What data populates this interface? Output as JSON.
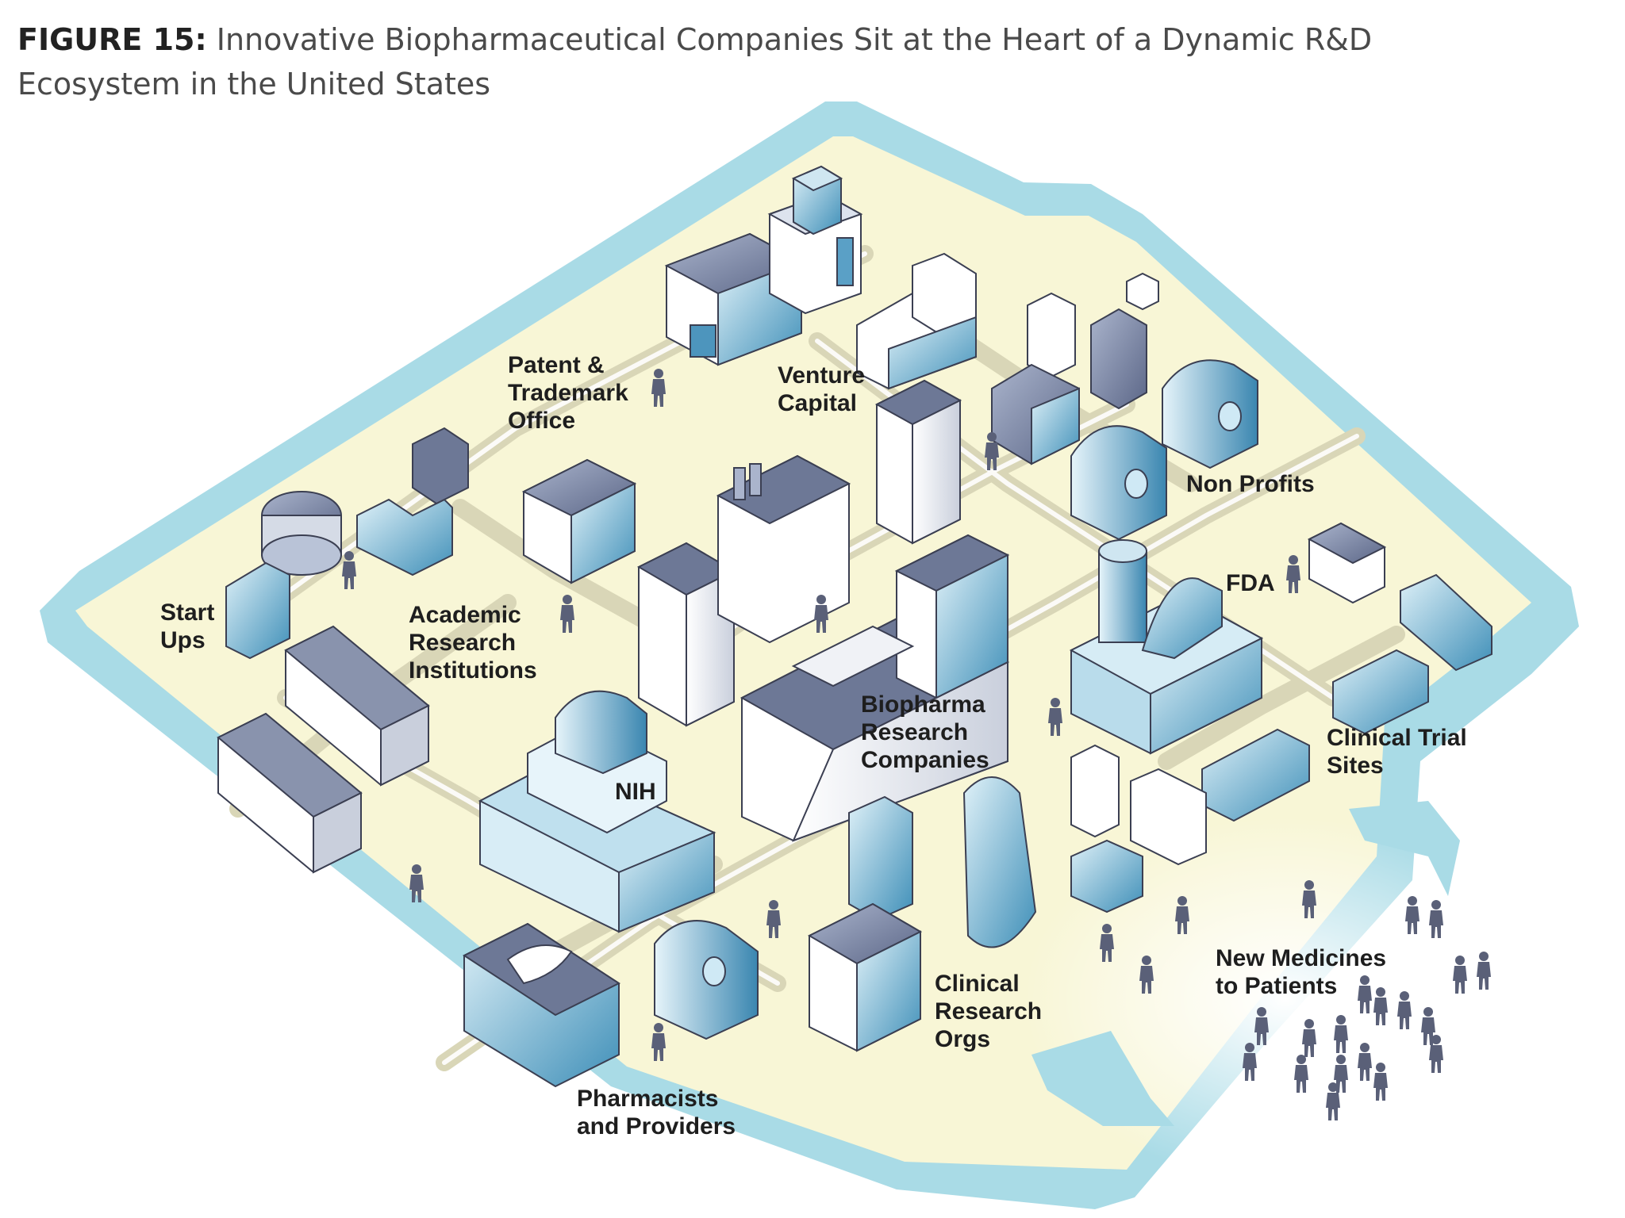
{
  "figure": {
    "number": "FIGURE 15:",
    "title": "Innovative Biopharmaceutical Companies Sit at the Heart of a Dynamic R&D Ecosystem in the United States"
  },
  "labels": {
    "patent_office": [
      "Patent &",
      "Trademark",
      "Office"
    ],
    "venture_capital": [
      "Venture",
      "Capital"
    ],
    "non_profits": [
      "Non Profits"
    ],
    "start_ups": [
      "Start",
      "Ups"
    ],
    "academic": [
      "Academic",
      "Research",
      "Institutions"
    ],
    "fda": [
      "FDA"
    ],
    "biopharma": [
      "Biopharma",
      "Research",
      "Companies"
    ],
    "nih": [
      "NIH"
    ],
    "clinical_trial": [
      "Clinical Trial",
      "Sites"
    ],
    "cro": [
      "Clinical",
      "Research",
      "Orgs"
    ],
    "new_medicines": [
      "New Medicines",
      "to Patients"
    ],
    "pharmacists": [
      "Pharmacists",
      "and Providers"
    ]
  },
  "colors": {
    "border": "#a9dbe6",
    "ground": "#f8f6d6",
    "road": "#e4e1c4",
    "roof_dark": "#6d7896",
    "wall_light": "#ffffff",
    "glass": "#6fb3d2",
    "person": "#5a6078"
  }
}
